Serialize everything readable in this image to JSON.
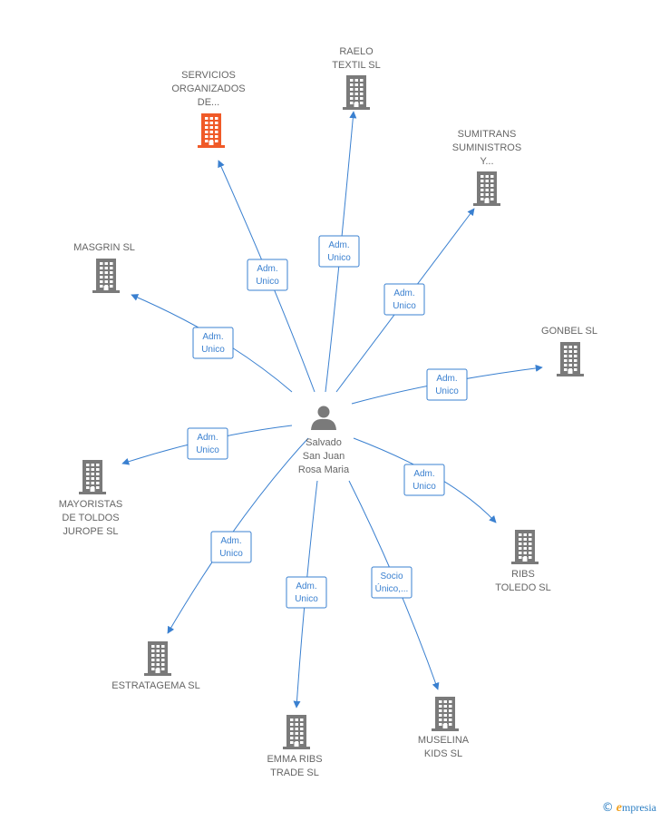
{
  "colors": {
    "edge": "#3a80d0",
    "building": "#7a7a7a",
    "highlight": "#f05a28",
    "text": "#666666"
  },
  "center": {
    "name_lines": [
      "Salvado",
      "San Juan",
      "Rosa Maria"
    ],
    "icon": "person-icon"
  },
  "companies": [
    {
      "id": "servicios",
      "lines": [
        "SERVICIOS",
        "ORGANIZADOS",
        "DE..."
      ],
      "highlight": true,
      "relation": [
        "Adm.",
        "Unico"
      ]
    },
    {
      "id": "raelo",
      "lines": [
        "RAELO",
        "TEXTIL SL"
      ],
      "highlight": false,
      "relation": [
        "Adm.",
        "Unico"
      ]
    },
    {
      "id": "sumitrans",
      "lines": [
        "SUMITRANS",
        "SUMINISTROS",
        "Y..."
      ],
      "highlight": false,
      "relation": [
        "Adm.",
        "Unico"
      ]
    },
    {
      "id": "masgrin",
      "lines": [
        "MASGRIN SL"
      ],
      "highlight": false,
      "relation": [
        "Adm.",
        "Unico"
      ]
    },
    {
      "id": "gonbel",
      "lines": [
        "GONBEL SL"
      ],
      "highlight": false,
      "relation": [
        "Adm.",
        "Unico"
      ]
    },
    {
      "id": "mayoristas",
      "lines": [
        "MAYORISTAS",
        "DE TOLDOS",
        "JUROPE SL"
      ],
      "highlight": false,
      "relation": [
        "Adm.",
        "Unico"
      ]
    },
    {
      "id": "ribs-toledo",
      "lines": [
        "RIBS",
        "TOLEDO SL"
      ],
      "highlight": false,
      "relation": [
        "Adm.",
        "Unico"
      ]
    },
    {
      "id": "estratagema",
      "lines": [
        "ESTRATAGEMA SL"
      ],
      "highlight": false,
      "relation": [
        "Adm.",
        "Unico"
      ]
    },
    {
      "id": "emma-ribs",
      "lines": [
        "EMMA RIBS",
        "TRADE SL"
      ],
      "highlight": false,
      "relation": [
        "Adm.",
        "Unico"
      ]
    },
    {
      "id": "muselina",
      "lines": [
        "MUSELINA",
        "KIDS SL"
      ],
      "highlight": false,
      "relation": [
        "Socio",
        "Único,..."
      ]
    }
  ],
  "brand": {
    "copyright": "©",
    "initial": "e",
    "rest": "mpresia"
  }
}
